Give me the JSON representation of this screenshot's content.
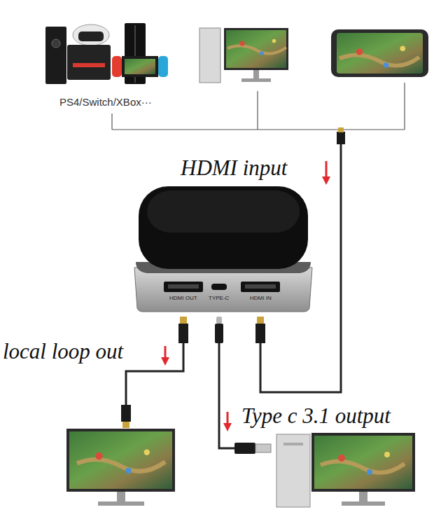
{
  "diagram": {
    "nodes": [
      {
        "text": [
          "HDMI OUT",
          "TYPE-C",
          "HDMI IN"
        ]
      }
    ],
    "labels": [
      "PS4/Switch/XBox···",
      "HDMI input",
      "local loop out",
      "Type c 3.1 output"
    ]
  }
}
